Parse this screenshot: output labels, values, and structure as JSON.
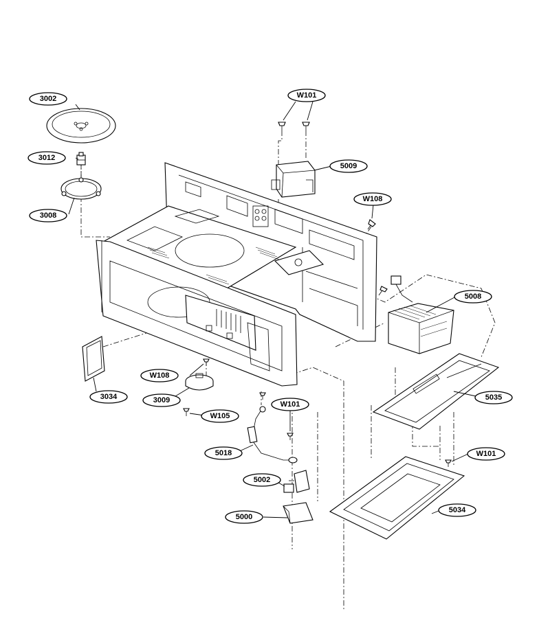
{
  "labels": {
    "l3002": "3002",
    "l3012": "3012",
    "l3008": "3008",
    "lW101_top": "W101",
    "l5009": "5009",
    "lW108_right": "W108",
    "l5008": "5008",
    "lW108_left": "W108",
    "l3034": "3034",
    "l3009": "3009",
    "lW105": "W105",
    "lW101_mid": "W101",
    "l5035": "5035",
    "lW101_right": "W101",
    "l5018": "5018",
    "l5002": "5002",
    "l5034": "5034",
    "l5000": "5000"
  }
}
